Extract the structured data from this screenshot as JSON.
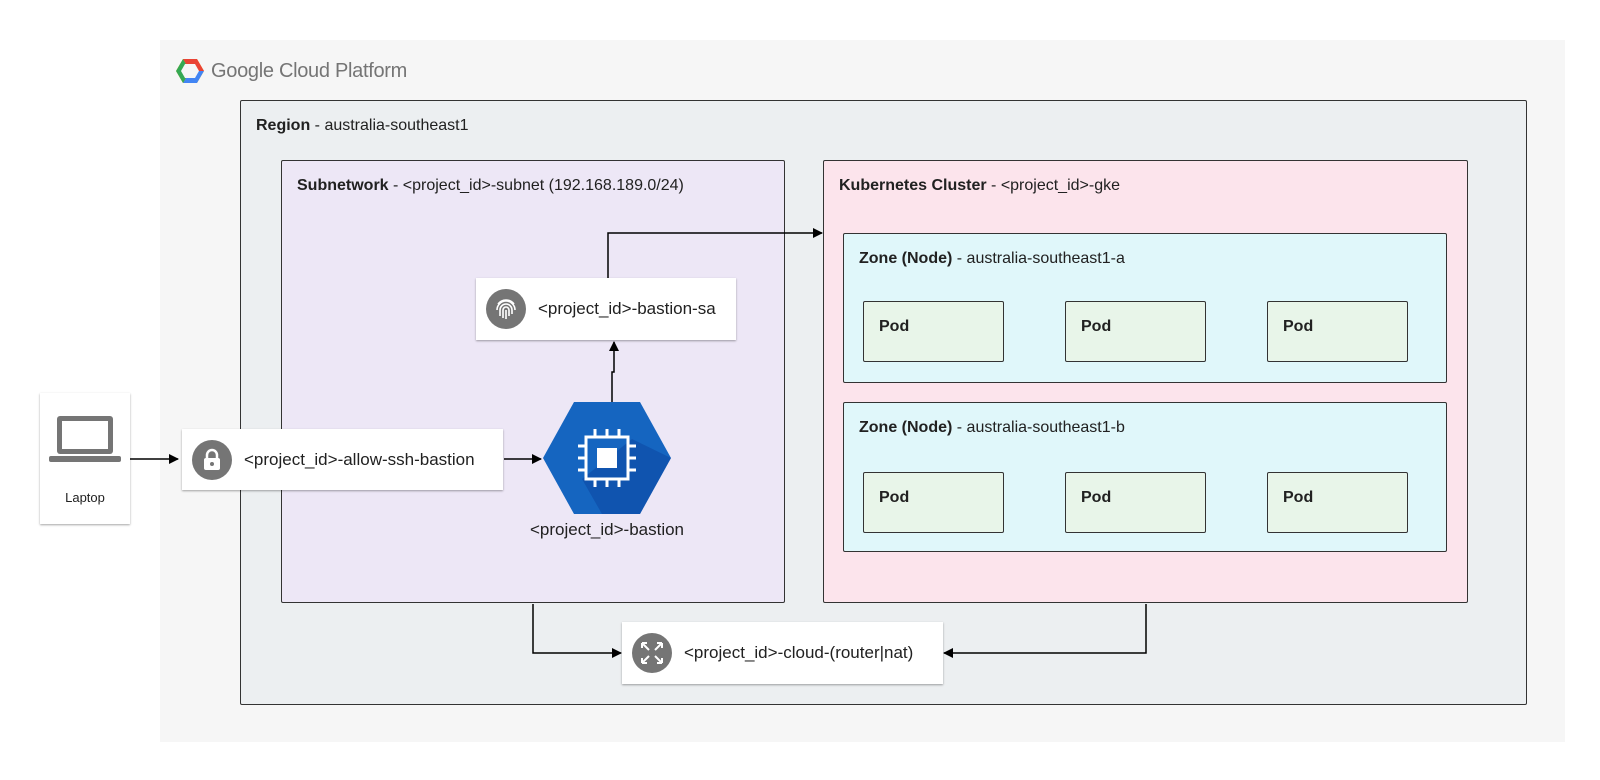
{
  "brand": {
    "name": "Google Cloud Platform"
  },
  "region": {
    "label": "Region",
    "value": " - australia-southeast1"
  },
  "subnetwork": {
    "label": "Subnetwork",
    "value": " - <project_id>-subnet (192.168.189.0/24)"
  },
  "cluster": {
    "label": "Kubernetes Cluster",
    "value": " - <project_id>-gke"
  },
  "zones": [
    {
      "label": "Zone (Node)",
      "value": " - australia-southeast1-a",
      "pods": [
        "Pod",
        "Pod",
        "Pod"
      ]
    },
    {
      "label": "Zone (Node)",
      "value": " - australia-southeast1-b",
      "pods": [
        "Pod",
        "Pod",
        "Pod"
      ]
    }
  ],
  "laptop": {
    "label": "Laptop",
    "icon": "laptop-icon"
  },
  "firewall": {
    "label": "<project_id>-allow-ssh-bastion",
    "icon": "lock-icon"
  },
  "service_account": {
    "label": "<project_id>-bastion-sa",
    "icon": "fingerprint-icon"
  },
  "bastion": {
    "label": "<project_id>-bastion",
    "icon": "compute-engine-icon"
  },
  "router": {
    "label": "<project_id>-cloud-(router|nat)",
    "icon": "cloud-router-icon"
  },
  "colors": {
    "gcp_background": "#f6f6f6",
    "region_fill": "#eceff1",
    "subnet_fill": "#ede7f6",
    "cluster_fill": "#fce4ec",
    "zone_fill": "#e0f7fa",
    "pod_fill": "#e8f5e9",
    "compute_blue": "#1565c0",
    "icon_grey": "#757575"
  }
}
